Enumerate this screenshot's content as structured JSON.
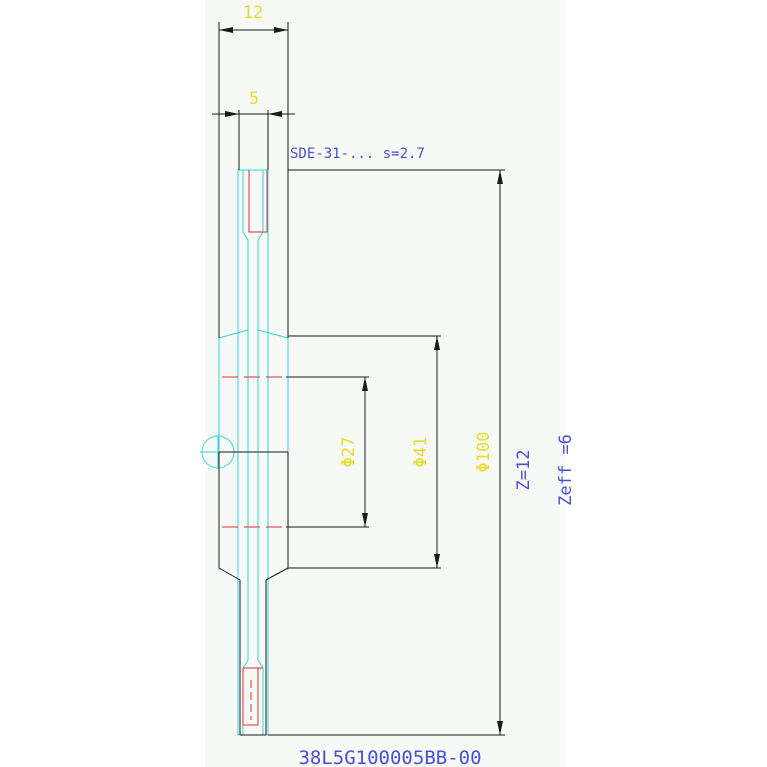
{
  "colors": {
    "background": "#ffffff",
    "sheet": "#f7f9f7",
    "outline": "#1a1a1a",
    "center_line": "#35d6da",
    "hidden_line": "#e03030",
    "dimension_text": "#e6dc2a",
    "annotation_text": "#4a4fd0"
  },
  "dimensions": {
    "width_top": "12",
    "width_inner": "5",
    "dia_bore": "Φ27",
    "dia_hub": "Φ41",
    "dia_outer": "Φ100"
  },
  "annotations": {
    "sprocket_spec": "SDE-31-...  s=2.7",
    "teeth_count": "Z=12",
    "zeff": "Zeff =6",
    "part_number": "38L5G100005BB-00"
  }
}
